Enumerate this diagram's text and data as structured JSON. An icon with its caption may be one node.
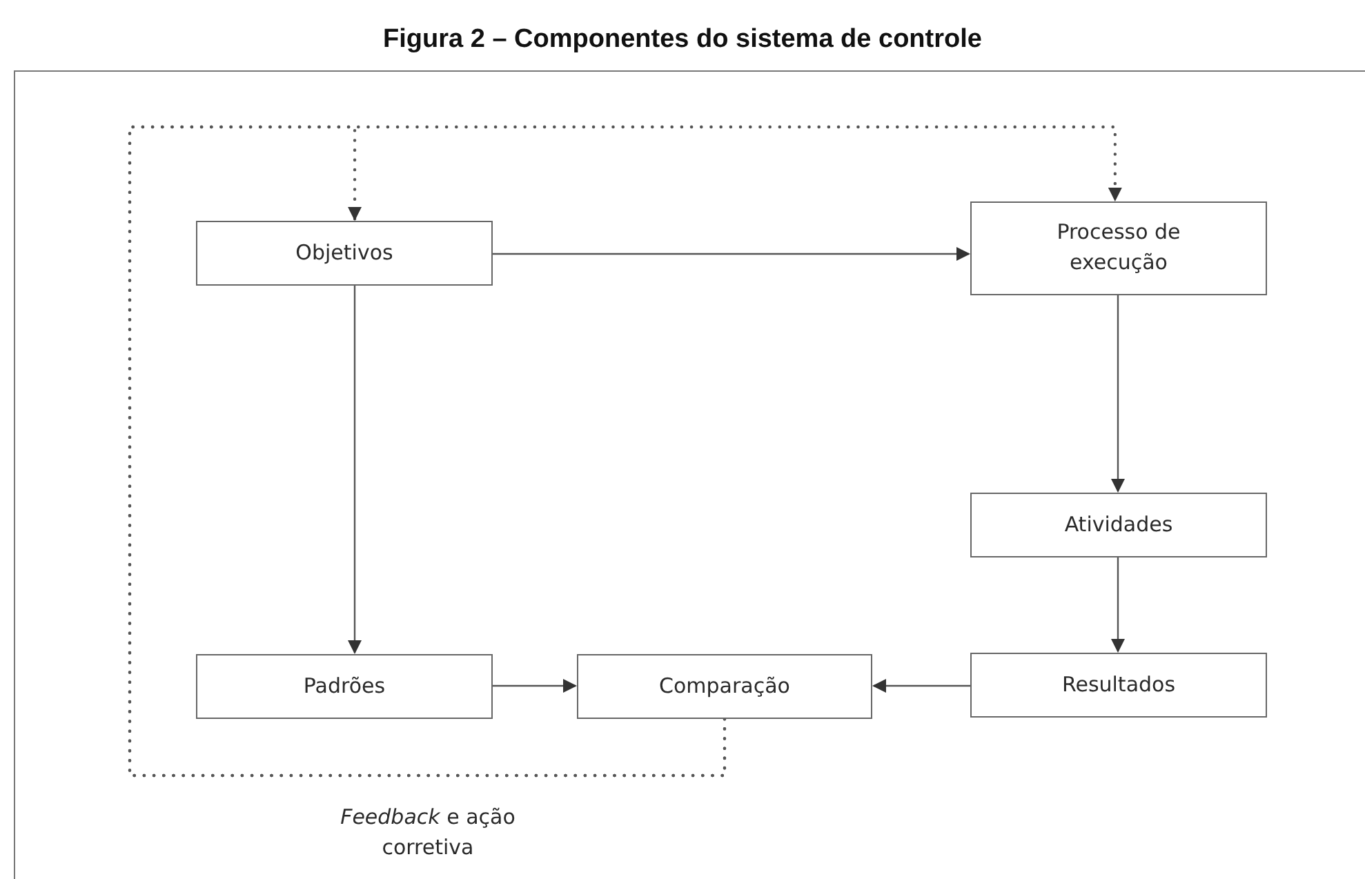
{
  "diagram": {
    "title": "Figura 2 – Componentes do sistema de controle",
    "nodes": [
      {
        "text": [
          "Objetivos"
        ]
      },
      {
        "text": [
          "Processo de execução"
        ]
      },
      {
        "text": [
          "Atividades"
        ]
      },
      {
        "text": [
          "Padrões"
        ]
      },
      {
        "text": [
          "Comparação"
        ]
      },
      {
        "text": [
          "Resultados"
        ]
      }
    ],
    "edges": [
      {
        "from": 0,
        "to": 1,
        "arrow": "to"
      },
      {
        "from": 0,
        "to": 3,
        "arrow": "to"
      },
      {
        "from": 1,
        "to": 2,
        "arrow": "to"
      },
      {
        "from": 2,
        "to": 5,
        "arrow": "to"
      },
      {
        "from": 5,
        "to": 4,
        "arrow": "to"
      },
      {
        "from": 3,
        "to": 4,
        "arrow": "to"
      },
      {
        "from": 4,
        "to": 0,
        "arrow": "to",
        "style": "dashed"
      },
      {
        "from": 4,
        "to": 1,
        "arrow": "to",
        "style": "dashed"
      }
    ],
    "labels": [
      "*Feedback* e ação corretiva"
    ]
  }
}
